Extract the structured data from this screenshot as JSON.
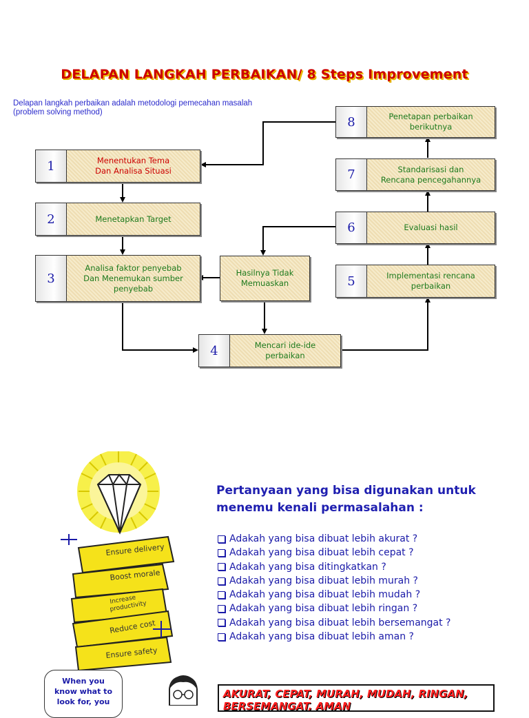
{
  "title": "DELAPAN LANGKAH PERBAIKAN/ 8 Steps Improvement",
  "subtitle": [
    "Delapan langkah perbaikan adalah metodologi pemecahan masalah",
    "(problem solving method)"
  ],
  "steps": {
    "s1": {
      "num": "1",
      "lines": [
        "Menentukan Tema",
        "Dan Analisa Situasi"
      ]
    },
    "s2": {
      "num": "2",
      "lines": [
        "Menetapkan Target"
      ]
    },
    "s3": {
      "num": "3",
      "lines": [
        "Analisa faktor penyebab",
        "Dan Menemukan sumber",
        "penyebab"
      ]
    },
    "s4": {
      "num": "4",
      "lines": [
        "Mencari ide-ide",
        "perbaikan"
      ]
    },
    "s5": {
      "num": "5",
      "lines": [
        "Implementasi rencana",
        "perbaikan"
      ]
    },
    "s6": {
      "num": "6",
      "lines": [
        "Evaluasi hasil"
      ]
    },
    "s7": {
      "num": "7",
      "lines": [
        "Standarisasi dan",
        "Rencana pencegahannya"
      ]
    },
    "s8": {
      "num": "8",
      "lines": [
        "Penetapan perbaikan",
        "berikutnya"
      ]
    }
  },
  "decision": {
    "lines": [
      "Hasilnya Tidak",
      "Memuaskan"
    ]
  },
  "questions": {
    "title": [
      "Pertanyaan yang bisa digunakan untuk",
      "menemu kenali permasalahan :"
    ],
    "items": [
      "Adakah yang bisa dibuat lebih akurat ?",
      "Adakah yang bisa dibuat lebih cepat ?",
      "Adakah yang bisa ditingkatkan ?",
      "Adakah yang bisa dibuat lebih murah ?",
      "Adakah yang bisa dibuat lebih mudah ?",
      "Adakah yang bisa dibuat lebih ringan ?",
      "Adakah yang bisa dibuat lebih bersemangat ?",
      "Adakah yang bisa dibuat lebih aman ?"
    ]
  },
  "summary": "AKURAT, CEPAT, MURAH, MUDAH, RINGAN, BERSEMANGAT, AMAN",
  "gold_bars": [
    "Ensure delivery",
    "Boost morale",
    "Increase",
    "productivity",
    "Reduce cost",
    "Ensure safety"
  ],
  "bubble": [
    "When you",
    "know what to",
    "look for, you"
  ],
  "colors": {
    "title": "#cc0000",
    "green_text": "#1e7a1e",
    "blue_text": "#1a1aa8",
    "box_fill": "#f3e6c4",
    "gold": "#f5e21a"
  }
}
